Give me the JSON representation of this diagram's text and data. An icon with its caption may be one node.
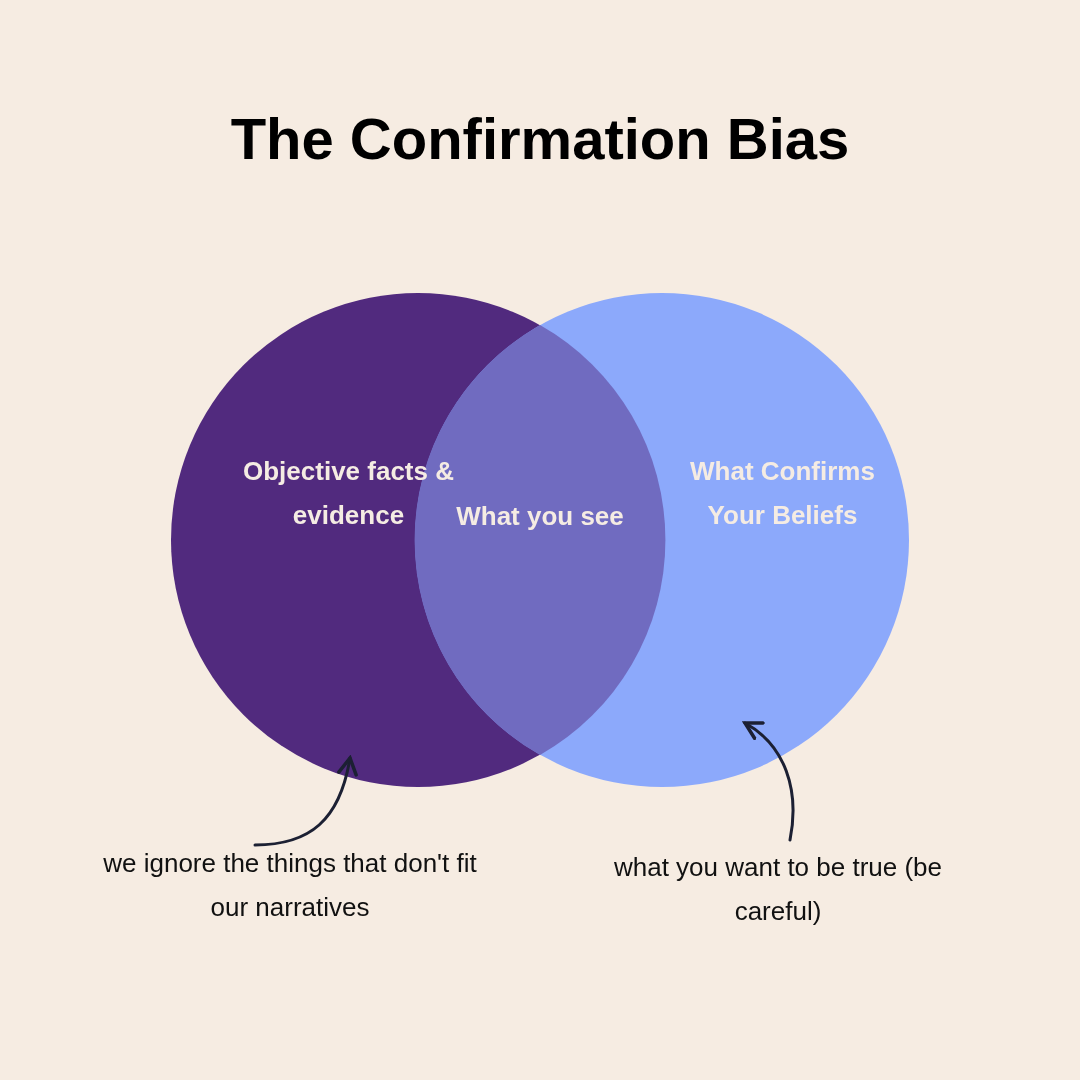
{
  "diagram": {
    "title": "The Confirmation Bias",
    "nodes": [
      {
        "text": [
          "Objective facts & evidence"
        ]
      },
      {
        "text": [
          "What you see"
        ]
      },
      {
        "text": [
          "What Confirms Your Beliefs"
        ]
      },
      {
        "text": [
          "we ignore the things that don't fit our narratives"
        ]
      },
      {
        "text": [
          "what you want to be true (be careful)"
        ]
      }
    ],
    "edges": [
      {
        "from": 3,
        "to": 0,
        "arrow": "to"
      },
      {
        "from": 4,
        "to": 2,
        "arrow": "to"
      }
    ]
  }
}
